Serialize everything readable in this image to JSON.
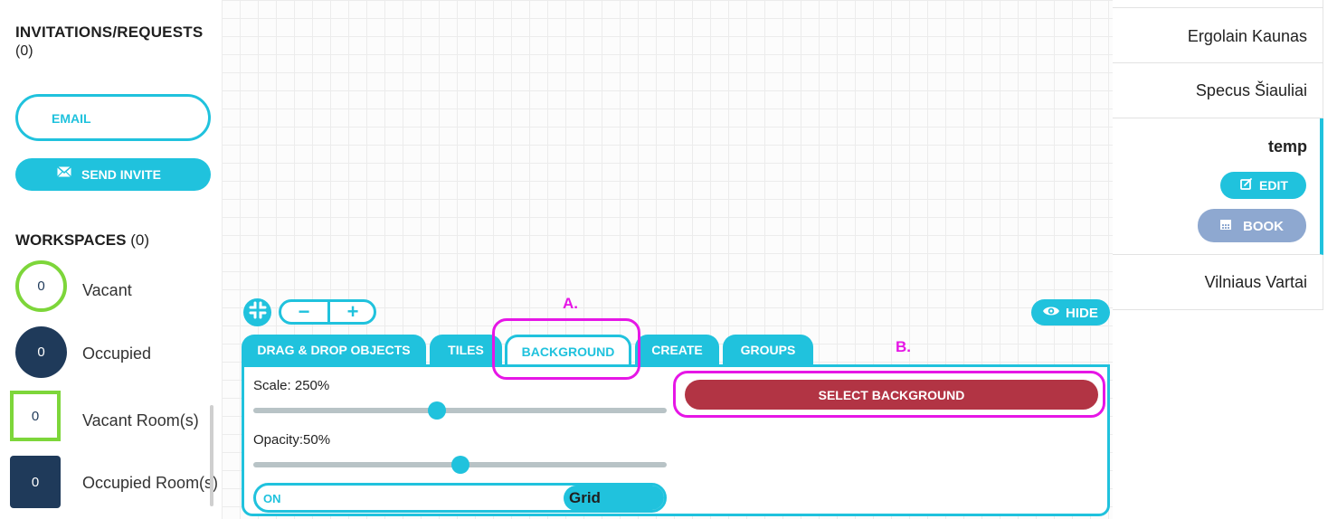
{
  "sidebar": {
    "invitations_title": "INVITATIONS/REQUESTS",
    "invitations_count": "(0)",
    "email_label": "EMAIL",
    "send_invite_label": "SEND INVITE",
    "workspaces_title": "WORKSPACES",
    "workspaces_count": "(0)",
    "legend": [
      {
        "count": "0",
        "label": "Vacant"
      },
      {
        "count": "0",
        "label": "Occupied"
      },
      {
        "count": "0",
        "label": "Vacant Room(s)"
      },
      {
        "count": "0",
        "label": "Occupied Room(s)"
      }
    ]
  },
  "toolbar": {
    "hide_label": "HIDE",
    "zoom_out_glyph": "−",
    "zoom_in_glyph": "+"
  },
  "tabs": [
    {
      "label": "DRAG & DROP OBJECTS",
      "active": false
    },
    {
      "label": "TILES",
      "active": false
    },
    {
      "label": "BACKGROUND",
      "active": true
    },
    {
      "label": "CREATE",
      "active": false
    },
    {
      "label": "GROUPS",
      "active": false
    }
  ],
  "background_panel": {
    "scale_label": "Scale: 250%",
    "scale_value_fraction": 0.445,
    "opacity_label": "Opacity:50%",
    "opacity_value_fraction": 0.5,
    "grid_toggle_state": "ON",
    "grid_label": "Grid",
    "select_background_label": "SELECT BACKGROUND"
  },
  "annotations": {
    "a_label": "A.",
    "b_label": "B."
  },
  "room_list": {
    "items": [
      {
        "name": "Ergolain Kaunas"
      },
      {
        "name": "Specus Šiauliai"
      },
      {
        "name": "temp",
        "selected": true,
        "edit_label": "EDIT",
        "book_label": "BOOK"
      },
      {
        "name": "Vilniaus Vartai"
      }
    ]
  },
  "colors": {
    "accent": "#20c2dd",
    "dark_navy": "#1f3a5a",
    "vacant_green": "#7dd63a",
    "select_background_red": "#b23444",
    "book_disabled": "#8ea8d0",
    "annotation_magenta": "#e616e6"
  }
}
